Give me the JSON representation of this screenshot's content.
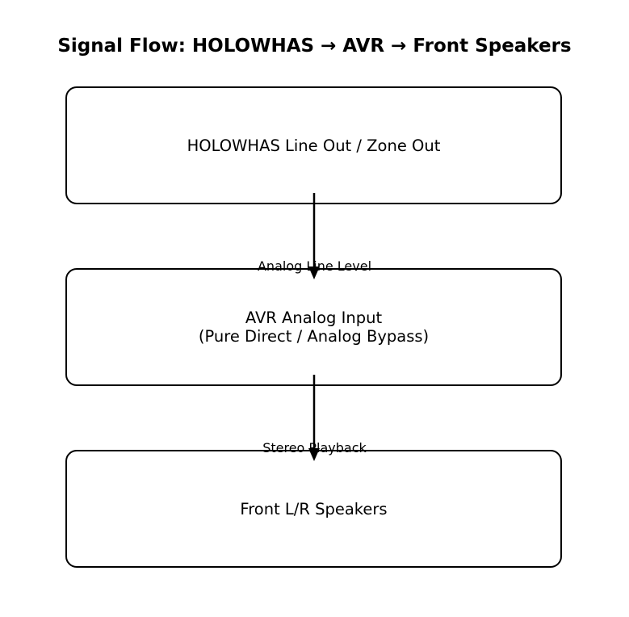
{
  "diagram": {
    "title": "Signal Flow: HOLOWHAS → AVR → Front Speakers",
    "nodes": [
      {
        "label": "HOLOWHAS Line Out / Zone Out"
      },
      {
        "label": "AVR Analog Input\n(Pure Direct / Analog Bypass)"
      },
      {
        "label": "Front L/R Speakers"
      }
    ],
    "edges": [
      {
        "from": 0,
        "to": 1,
        "label": "Analog Line Level"
      },
      {
        "from": 1,
        "to": 2,
        "label": "Stereo Playback"
      }
    ],
    "colors": {
      "stroke": "#000000",
      "background": "#ffffff"
    }
  }
}
